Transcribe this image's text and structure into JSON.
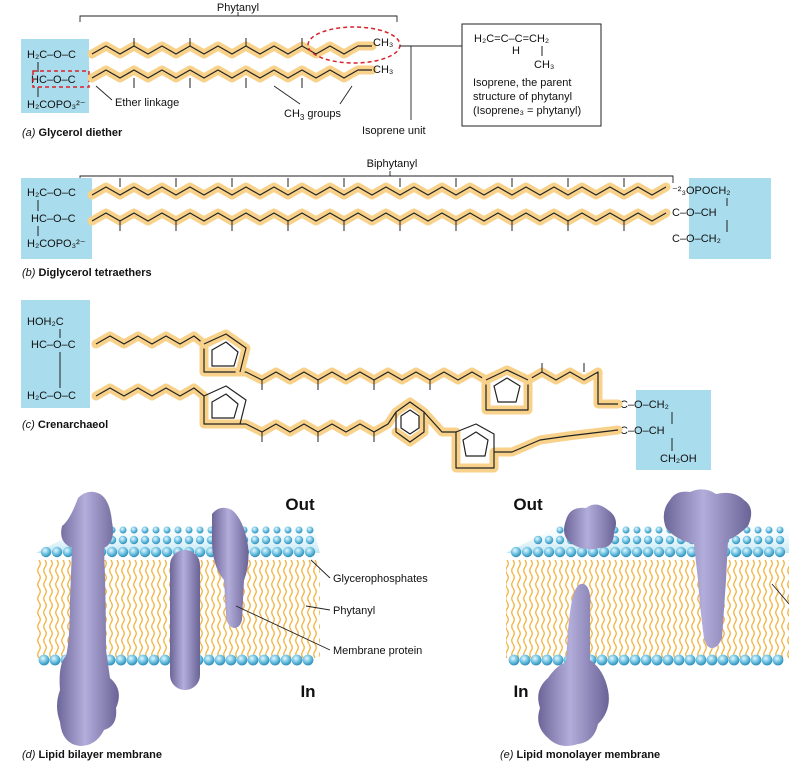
{
  "panel_a": {
    "caption_letter": "(a)",
    "caption_text": "Glycerol diether",
    "phytanyl_label": "Phytanyl",
    "ether_label": "Ether linkage",
    "ch3_groups_label": "groups",
    "ch3_groups_prefix": "CH",
    "ch3_groups_sub": "3",
    "isoprene_unit_label": "Isoprene unit",
    "isoprene_box": {
      "formula_top": "H₂C=C–C=CH₂",
      "formula_h": "H",
      "formula_ch3": "CH₃",
      "line1": "Isoprene, the parent",
      "line2": "structure of phytanyl",
      "line3": "(Isoprene₃ = phytanyl)"
    },
    "head": {
      "r1": "H₂C–O–C",
      "r2": "HC–O–C",
      "r3": "H₂COPO₃²⁻"
    },
    "ch3_top": "CH₃",
    "ch3_bottom": "CH₃"
  },
  "panel_b": {
    "caption_letter": "(b)",
    "caption_text": "Diglycerol tetraethers",
    "biphytanyl_label": "Biphytanyl",
    "left_head": {
      "r1": "H₂C–O–C",
      "r2": "HC–O–C",
      "r3": "H₂COPO₃²⁻"
    },
    "right_head": {
      "r1": "⁻²₃OPOCH₂",
      "r2": "C–O–CH",
      "r3": "C–O–CH₂"
    }
  },
  "panel_c": {
    "caption_letter": "(c)",
    "caption_text": "Crenarchaeol",
    "left_head": {
      "r1": "HOH₂C",
      "r2": "HC–O–C",
      "r3": "H₂C–O–C"
    },
    "right_head": {
      "r1": "C–O–CH₂",
      "r2": "C–O–CH",
      "r3": "CH₂OH"
    }
  },
  "panel_d": {
    "caption_letter": "(d)",
    "caption_text": "Lipid bilayer membrane",
    "out_label": "Out",
    "in_label": "In",
    "label_glycerophosphates": "Glycerophosphates",
    "label_phytanyl": "Phytanyl",
    "label_membrane_protein": "Membrane protein"
  },
  "panel_e": {
    "caption_letter": "(e)",
    "caption_text": "Lipid monolayer membrane",
    "out_label": "Out",
    "in_label": "In"
  },
  "colors": {
    "head_box": "#a9dcec",
    "chain_highlight": "#f8d28a",
    "membrane_bead": "#6fc3e3",
    "membrane_tail": "#f2b23c",
    "protein": "#8d86b8",
    "ether_dash": "#d8232a"
  }
}
